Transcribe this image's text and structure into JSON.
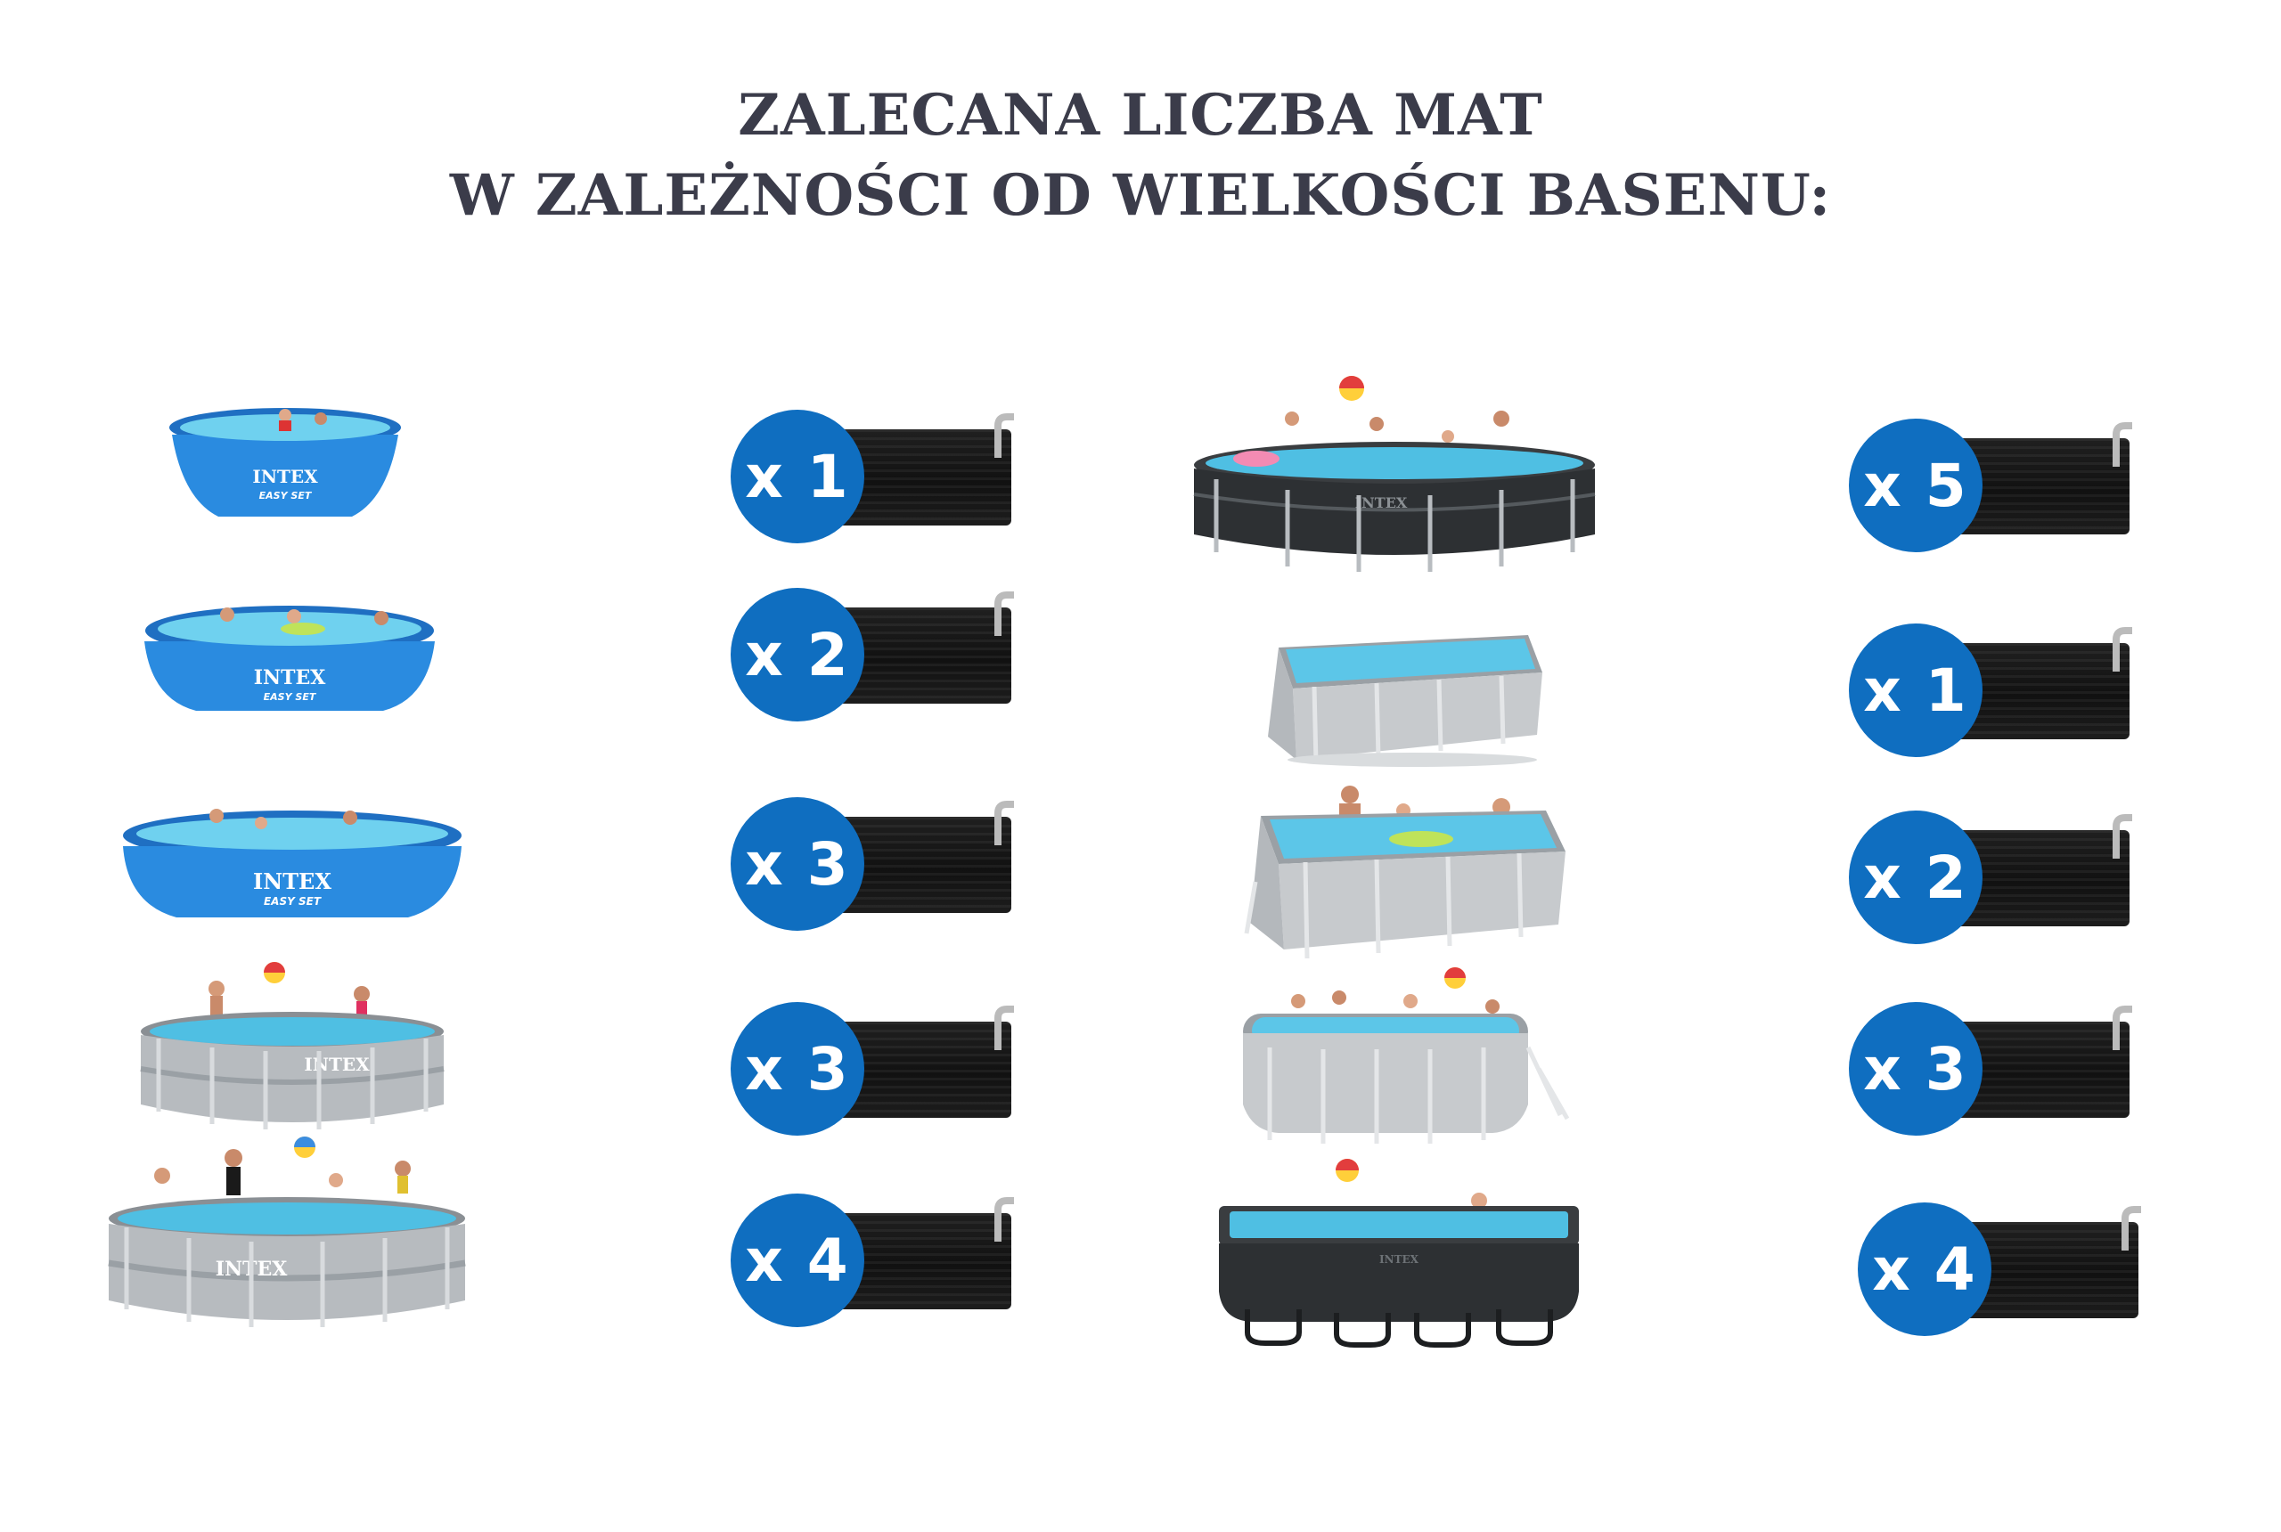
{
  "title": {
    "line1": "ZALECANA LICZBA MAT",
    "line2": "W ZALEŻNOŚCI OD WIELKOŚCI BASENU:"
  },
  "colors": {
    "badge": "#0f6ec0",
    "title": "#3b3c4a",
    "inflatable_pool": "#1f86d8",
    "frame_pool_gray": "#b7bbbf",
    "frame_pool_dark": "#2d3033",
    "water": "#6ecfe9",
    "mat": "#151515"
  },
  "left_column": [
    {
      "pool_type": "easy-set-small",
      "pool_brand": "INTEX",
      "pool_sub": "EASY SET",
      "count_label": "x 1"
    },
    {
      "pool_type": "easy-set-medium",
      "pool_brand": "INTEX",
      "pool_sub": "EASY SET",
      "count_label": "x 2"
    },
    {
      "pool_type": "easy-set-large",
      "pool_brand": "INTEX",
      "pool_sub": "EASY SET",
      "count_label": "x 3"
    },
    {
      "pool_type": "prism-frame-round",
      "pool_brand": "INTEX",
      "pool_sub": "",
      "count_label": "x 3"
    },
    {
      "pool_type": "prism-frame-round-large",
      "pool_brand": "INTEX",
      "pool_sub": "",
      "count_label": "x 4"
    }
  ],
  "right_column": [
    {
      "pool_type": "ultra-xtr-round",
      "pool_brand": "INTEX",
      "count_label": "x 5"
    },
    {
      "pool_type": "prism-rectangle-small",
      "pool_brand": "",
      "count_label": "x 1"
    },
    {
      "pool_type": "prism-rectangle-medium",
      "pool_brand": "",
      "count_label": "x 2"
    },
    {
      "pool_type": "prism-oval",
      "pool_brand": "",
      "count_label": "x 3"
    },
    {
      "pool_type": "ultra-xtr-rectangle",
      "pool_brand": "INTEX",
      "count_label": "x 4"
    }
  ]
}
